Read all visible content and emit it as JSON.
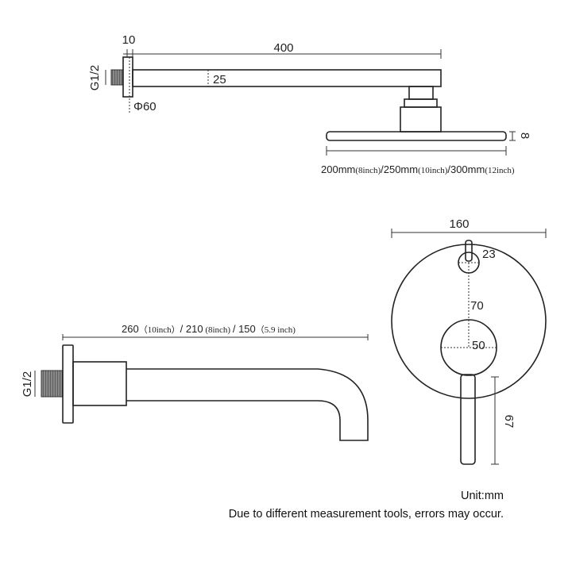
{
  "shower_arm": {
    "flange_thickness": "10",
    "arm_length": "400",
    "arm_height": "25",
    "flange_diameter": "Φ60",
    "thread": "G1/2",
    "head_thickness": "8",
    "head_sizes": {
      "a": "200mm",
      "a_in": "(8inch)",
      "b": "/250mm",
      "b_in": "(10inch)",
      "c": "/300mm",
      "c_in": "(12inch)"
    }
  },
  "spout": {
    "thread": "G1/2",
    "length": {
      "a": "260",
      "a_in": "（10inch）",
      "b": "/ 210",
      "b_in": " (8inch) ",
      "c": "/ 150",
      "c_in": "（5.9 inch)"
    }
  },
  "mixer": {
    "plate_diameter": "160",
    "knob_diameter": "23",
    "spacing": "70",
    "handle_diameter": "50",
    "lever_length": "67"
  },
  "notes": {
    "unit": "Unit:mm",
    "disclaimer": "Due to different measurement tools, errors may occur."
  }
}
